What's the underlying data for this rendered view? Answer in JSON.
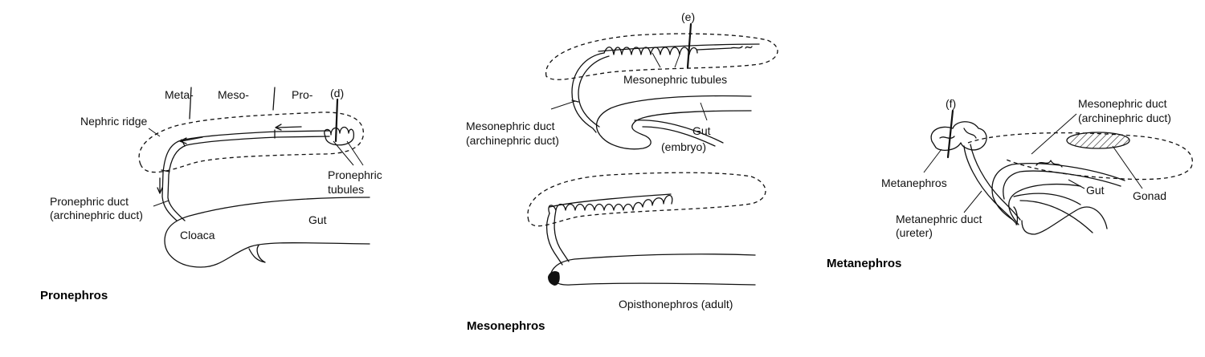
{
  "panels": {
    "pronephros": {
      "title": "Pronephros",
      "labels": {
        "meta": "Meta-",
        "meso": "Meso-",
        "pro": "Pro-",
        "d": "(d)",
        "nephric_ridge": "Nephric ridge",
        "pronephric_tubules_1": "Pronephric",
        "pronephric_tubules_2": "tubules",
        "pronephric_duct_1": "Pronephric duct",
        "pronephric_duct_2": "(archinephric duct)",
        "cloaca": "Cloaca",
        "gut": "Gut"
      }
    },
    "mesonephros": {
      "title": "Mesonephros",
      "labels": {
        "e": "(e)",
        "mesonephric_tubules": "Mesonephric tubules",
        "mesonephric_duct_1": "Mesonephric duct",
        "mesonephric_duct_2": "(archinephric duct)",
        "gut": "Gut",
        "embryo": "(embryo)",
        "opisthonephros": "Opisthonephros (adult)"
      }
    },
    "metanephros": {
      "title": "Metanephros",
      "labels": {
        "f": "(f)",
        "mesonephric_duct_1": "Mesonephric duct",
        "mesonephric_duct_2": "(archinephric duct)",
        "metanephros": "Metanephros",
        "gut": "Gut",
        "gonad": "Gonad",
        "metanephric_duct_1": "Metanephric duct",
        "metanephric_duct_2": "(ureter)"
      }
    }
  }
}
